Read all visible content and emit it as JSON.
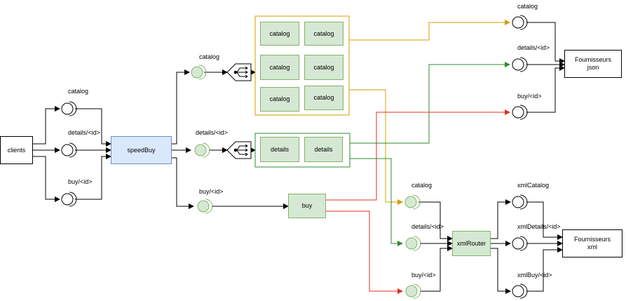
{
  "colors": {
    "black": "#000000",
    "orange": "#d79b00",
    "green": "#2e8b2e",
    "red": "#e0301e",
    "blue_fill": "#dae8fc",
    "green_fill": "#d5e8d4",
    "circle_fill": "#d5e8d4"
  },
  "nodes": {
    "clients": "clients",
    "speedbuy": "speedBuy",
    "buy": "buy",
    "xmlrouter": "xmlRouter",
    "fournisseurs_json": "Fournisseurs\njson",
    "fournisseurs_xml": "Fournisseurs\nxml",
    "catalog_nodes": [
      "catalog",
      "catalog",
      "catalog",
      "catalog",
      "catalog",
      "catalog"
    ],
    "details_nodes": [
      "details",
      "details"
    ]
  },
  "labels": {
    "client_catalog": "catalog",
    "client_details": "details/<id>",
    "client_buy": "buy/<id>",
    "sb_catalog": "catalog",
    "sb_details": "details/<id>",
    "sb_buy": "buy/<id>",
    "json_catalog": "catalog",
    "json_details": "details/<id>",
    "json_buy": "buy/<id>",
    "xr_catalog": "catalog",
    "xr_details": "details/<id>",
    "xr_buy": "buy/<id>",
    "xml_catalog": "xmlCatalog",
    "xml_details": "xmlDetails/<id>",
    "xml_buy": "xmlBuy/<id>"
  }
}
